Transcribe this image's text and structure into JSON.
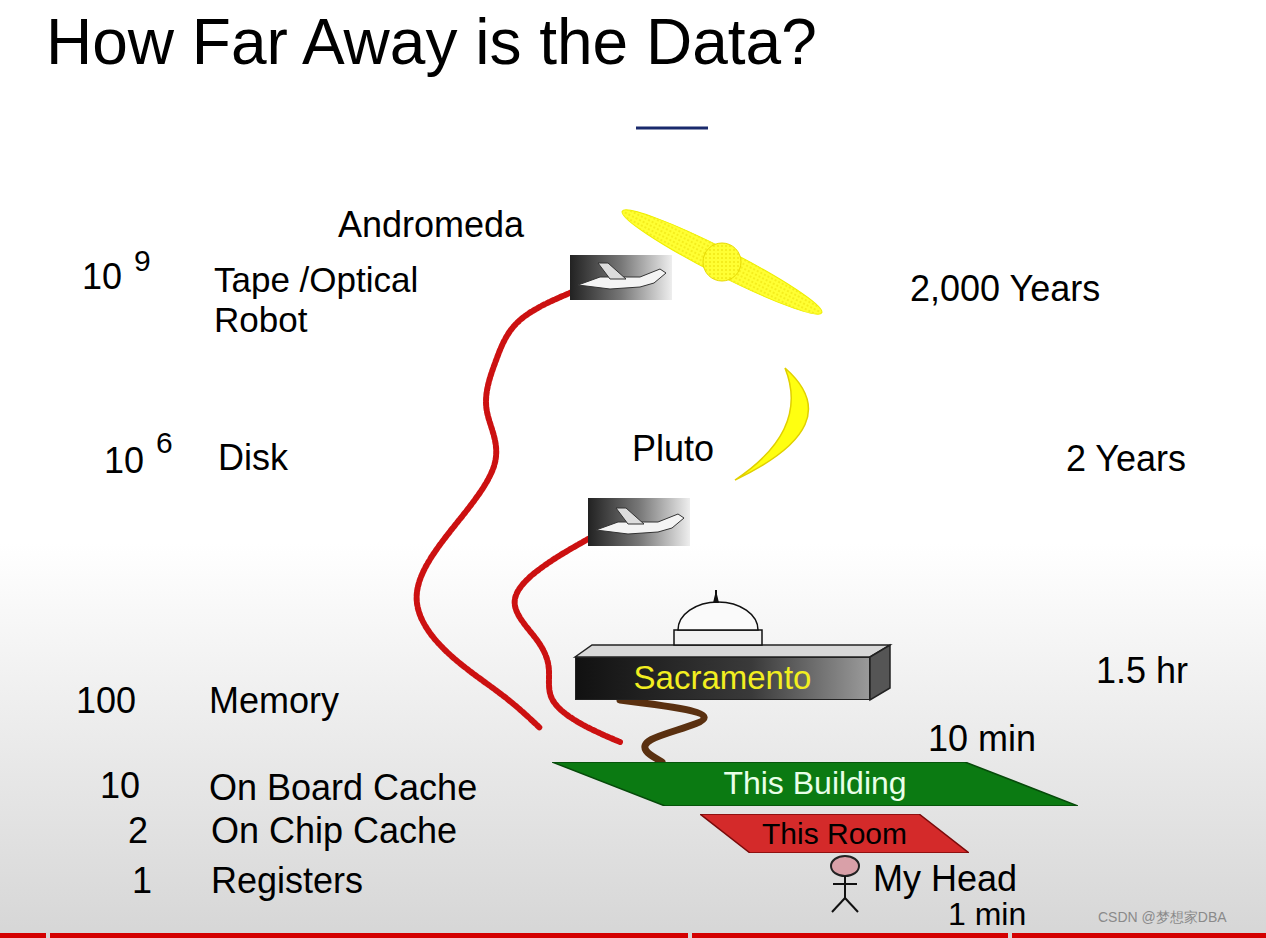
{
  "diagram": {
    "title": "How Far Away is the Data?",
    "nodes": [
      {
        "text": [
          "Sacramento"
        ]
      },
      {
        "text": [
          "This Building"
        ]
      },
      {
        "text": [
          "This Room"
        ]
      }
    ],
    "edges": [
      {
        "from": 0,
        "to": 1,
        "arrow": "none"
      }
    ],
    "labels": [
      "Andromeda",
      "10",
      "9",
      "Tape /Optical Robot",
      "2,000 Years",
      "10",
      "6",
      "Disk",
      "Pluto",
      "2 Years",
      "100",
      "Memory",
      "1.5 hr",
      "10 min",
      "10",
      "On Board Cache",
      "2",
      "On Chip Cache",
      "1",
      "Registers",
      "My Head",
      "1 min",
      "CSDN @梦想家DBA"
    ]
  }
}
